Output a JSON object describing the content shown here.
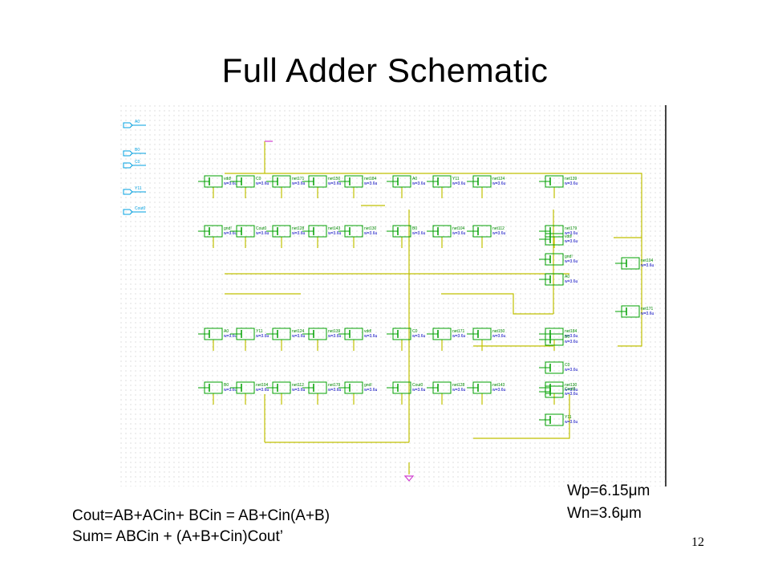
{
  "slide": {
    "title": "Full Adder Schematic",
    "equations": [
      "Cout=AB+ACin+ BCin = AB+Cin(A+B)",
      "Sum= ABCin + (A+B+Cin)Cout’"
    ],
    "sizes": [
      "Wp=6.15μm",
      "Wn=3.6μm"
    ],
    "page_number": "12"
  },
  "schematic": {
    "pins": [
      "A0",
      "B0",
      "C0",
      "Y11",
      "Cout0"
    ],
    "labels": [
      "vdd!",
      "gnd!",
      "A0",
      "B0",
      "C0",
      "Cout0",
      "Y11",
      "net104",
      "net171",
      "net128",
      "net124",
      "net112",
      "net150",
      "net143",
      "net139",
      "net179",
      "net184",
      "net130"
    ],
    "colors": {
      "wire": "#c0c000",
      "device": "#00a000",
      "label": "#008800",
      "pin": "#00a0e0",
      "power": "#d040d0",
      "grid": "#c8c8c8"
    }
  }
}
